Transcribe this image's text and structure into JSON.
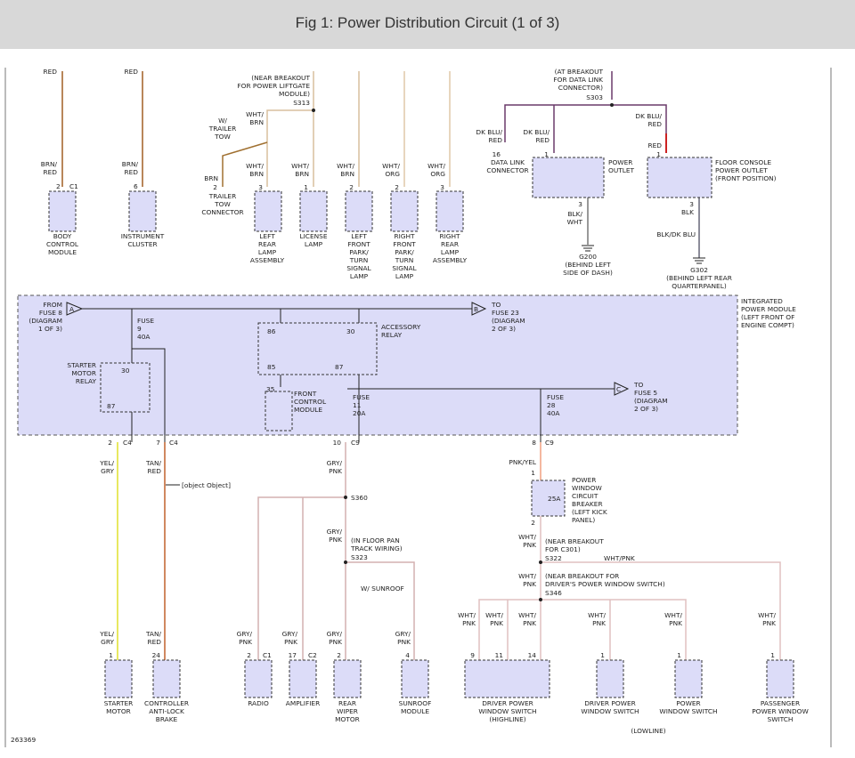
{
  "header": {
    "title": "Fig 1: Power Distribution Circuit (1 of 3)"
  },
  "colors": {
    "brn_red": "#b8865a",
    "red": "#cc2222",
    "dk_blu_red": "#6a3a6a",
    "wht_brn": "#d9bf9e",
    "wht_org": "#e0c8a8",
    "yel_gry": "#e8e860",
    "tan_red": "#d08860",
    "gry_pnk": "#d4b0b0",
    "pnk_yel": "#f0a080",
    "wht_pnk": "#e0c0c0",
    "blk": "#444444",
    "blk_wht": "#777777",
    "blk_dkblu": "#666677",
    "module_fill": "#dcdcf8"
  },
  "top": {
    "w1": {
      "color": "RED",
      "wire": "BRN/\nRED",
      "pin": "2",
      "conn": "C1",
      "label": "BODY\nCONTROL\nMODULE"
    },
    "w2": {
      "color": "RED",
      "wire": "BRN/\nRED",
      "pin": "6",
      "label": "INSTRUMENT\nCLUSTER"
    },
    "s313": {
      "note": "(NEAR BREAKOUT\nFOR POWER LIFTGATE\nMODULE)",
      "id": "S313",
      "tow": "W/\nTRAILER\nTOW",
      "wire": "WHT/\nBRN",
      "brn": "BRN",
      "tow_pin": "2",
      "tow_label": "TRAILER\nTOW\nCONNECTOR"
    },
    "rear_left": {
      "wire": "WHT/\nBRN",
      "pin": "3",
      "label": "LEFT\nREAR\nLAMP\nASSEMBLY"
    },
    "license": {
      "wire": "WHT/\nBRN",
      "pin": "1",
      "label": "LICENSE\nLAMP"
    },
    "front_left": {
      "wire": "WHT/\nBRN",
      "pin": "2",
      "label": "LEFT\nFRONT\nPARK/\nTURN\nSIGNAL\nLAMP"
    },
    "front_right": {
      "wire": "WHT/\nORG",
      "pin": "2",
      "label": "RIGHT\nFRONT\nPARK/\nTURN\nSIGNAL\nLAMP"
    },
    "rear_right": {
      "wire": "WHT/\nORG",
      "pin": "3",
      "label": "RIGHT\nREAR\nLAMP\nASSEMBLY"
    },
    "s303": {
      "note": "(AT BREAKOUT\nFOR DATA LINK\nCONNECTOR)",
      "id": "S303"
    },
    "dlc": {
      "wire": "DK BLU/\nRED",
      "pin": "16",
      "label": "DATA LINK\nCONNECTOR"
    },
    "power_outlet": {
      "wire_in": "DK BLU/\nRED",
      "pin1": "1",
      "label": "POWER\nOUTLET",
      "pin3": "3",
      "wire_out": "BLK/\nWHT",
      "ground": "G200",
      "ground_note": "(BEHIND LEFT\nSIDE OF DASH)"
    },
    "console_outlet": {
      "wire_in": "DK BLU/\nRED",
      "red": "RED",
      "pin1": "1",
      "label": "FLOOR CONSOLE\nPOWER OUTLET\n(FRONT POSITION)",
      "pin3": "3",
      "blk": "BLK",
      "wire_out": "BLK/DK BLU",
      "ground": "G302",
      "ground_note": "(BEHIND LEFT REAR\nQUARTERPANEL)"
    }
  },
  "ipm": {
    "label": "INTEGRATED\nPOWER MODULE\n(LEFT FRONT OF\nENGINE COMPT)",
    "from": "FROM\nFUSE 8\n(DIAGRAM\n1 OF 3)",
    "from_tag": "A",
    "to_b": "TO\nFUSE 23\n(DIAGRAM\n2 OF 3)",
    "tag_b": "B",
    "to_c": "TO\nFUSE 5\n(DIAGRAM\n2 OF 3)",
    "tag_c": "C",
    "fuse9": "FUSE\n9\n40A",
    "starter_relay": "STARTER\nMOTOR\nRELAY",
    "sr30": "30",
    "sr87": "87",
    "acc_relay": "ACCESSORY\nRELAY",
    "p86": "86",
    "p85": "85",
    "p30": "30",
    "p87": "87",
    "fcm_pin": "35",
    "fcm": "FRONT\nCONTROL\nMODULE",
    "fuse11": "FUSE\n11\n20A",
    "fuse28": "FUSE\n28\n40A"
  },
  "bottom": {
    "c4a": {
      "pin": "2",
      "conn": "C4"
    },
    "c4b": {
      "pin": "7",
      "conn": "C4"
    },
    "c9a": {
      "pin": "10",
      "conn": "C9"
    },
    "c9b": {
      "pin": "8",
      "conn": "C9"
    },
    "yel_gry": "YEL/\nGRY",
    "tan_red": "TAN/\nRED",
    "abs": {
      "wire": "TAN/\nRED",
      "pin": "24",
      "label": "CONTROLLER\nANTI-LOCK\nBRAKE"
    },
    "gry_pnk": "GRY/\nPNK",
    "s360": "S360",
    "s323": {
      "note": "(IN FLOOR PAN\nTRACK WIRING)",
      "id": "S323",
      "sunroof": "W/ SUNROOF"
    },
    "pnk_yel": "PNK/YEL",
    "breaker": {
      "pin1": "1",
      "amp": "25A",
      "pin2": "2",
      "label": "POWER\nWINDOW\nCIRCUIT\nBREAKER\n(LEFT KICK\nPANEL)"
    },
    "wht_pnk": "WHT/\nPNK",
    "s322": {
      "note": "(NEAR BREAKOUT\nFOR C301)",
      "id": "S322",
      "wire": "WHT/PNK"
    },
    "s346": {
      "note": "(NEAR BREAKOUT FOR\nDRIVER'S POWER WINDOW SWITCH)",
      "id": "S346"
    },
    "starter": {
      "wire": "YEL/\nGRY",
      "pin": "1",
      "label": "STARTER\nMOTOR"
    },
    "radio": {
      "wire": "GRY/\nPNK",
      "pin": "2",
      "conn": "C1",
      "label": "RADIO"
    },
    "amp": {
      "wire": "GRY/\nPNK",
      "pin": "17",
      "conn": "C2",
      "label": "AMPLIFIER"
    },
    "wiper": {
      "wire": "GRY/\nPNK",
      "pin": "2",
      "label": "REAR\nWIPER\nMOTOR"
    },
    "sunroof": {
      "wire": "GRY/\nPNK",
      "pin": "4",
      "label": "SUNROOF\nMODULE"
    },
    "dpws_hi": {
      "pins": [
        "9",
        "11",
        "14"
      ],
      "label": "DRIVER POWER\nWINDOW SWITCH\n(HIGHLINE)"
    },
    "dpws_lo": {
      "wire": "WHT/\nPNK",
      "pin": "1",
      "label": "DRIVER POWER\nWINDOW SWITCH"
    },
    "pws": {
      "wire": "WHT/\nPNK",
      "pin": "1",
      "label": "POWER\nWINDOW SWITCH"
    },
    "lowline": "(LOWLINE)",
    "ppws": {
      "wire": "WHT/\nPNK",
      "pin": "1",
      "label": "PASSENGER\nPOWER WINDOW\nSWITCH"
    }
  },
  "figure_id": "263369"
}
